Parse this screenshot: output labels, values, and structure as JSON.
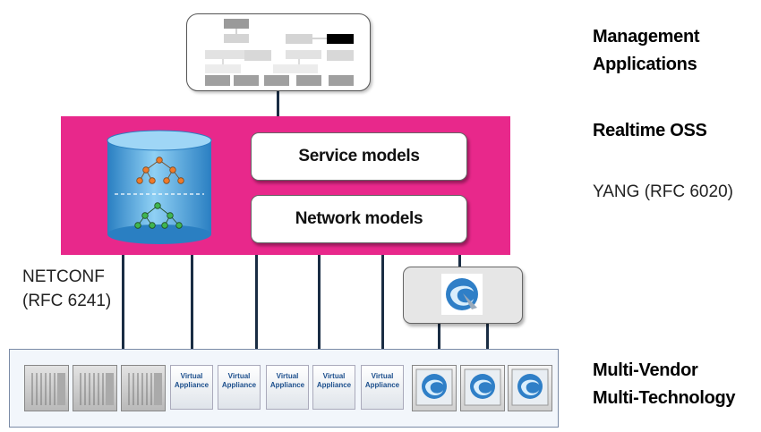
{
  "labels": {
    "management": "Management\nApplications",
    "realtime_oss": "Realtime OSS",
    "yang": "YANG (RFC 6020)",
    "netconf": "NETCONF\n(RFC 6241)",
    "multi_vendor": "Multi-Vendor\nMulti-Technology"
  },
  "models": {
    "service": "Service models",
    "network": "Network models"
  },
  "virtual_appliance_label": "Virtual\nAppliance",
  "devices": [
    {
      "kind": "chassis"
    },
    {
      "kind": "chassis"
    },
    {
      "kind": "chassis"
    },
    {
      "kind": "virtual-appliance"
    },
    {
      "kind": "virtual-appliance"
    },
    {
      "kind": "virtual-appliance"
    },
    {
      "kind": "virtual-appliance"
    },
    {
      "kind": "virtual-appliance"
    },
    {
      "kind": "server"
    },
    {
      "kind": "server"
    },
    {
      "kind": "server"
    }
  ],
  "colors": {
    "oss_magenta": "#e8288b",
    "database_blue": "#2f8fd0",
    "connector": "#1a2d44",
    "service_tree": "#f07a2a",
    "network_tree": "#3fb550"
  },
  "icons": {
    "management_app": "org-chart-diagram-icon",
    "database": "database-cylinder-icon",
    "gateway": "swirl-logo-icon"
  }
}
